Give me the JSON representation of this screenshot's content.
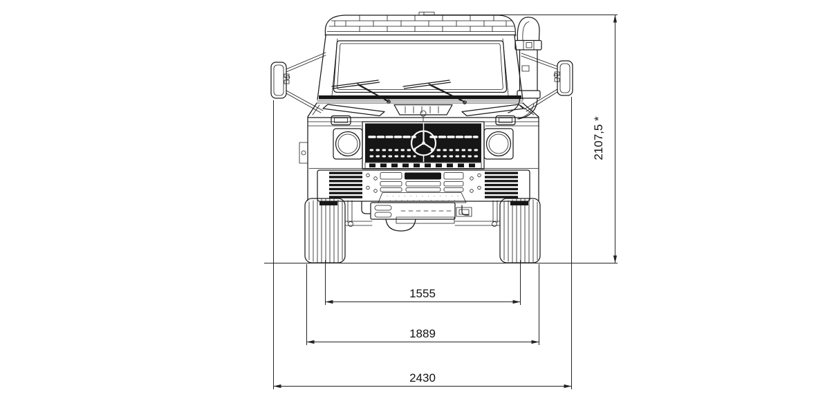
{
  "drawing": {
    "description": "Technical dimensional drawing, front view of off-road utility truck with snorkel and outrigger mirrors",
    "background": "#ffffff",
    "line_color": "#1a1a1a",
    "dimensions": {
      "overall_height": "2107,5 *",
      "track_width": "1555",
      "width_over_tyres": "1889",
      "overall_width_incl_mirrors": "2430"
    }
  }
}
